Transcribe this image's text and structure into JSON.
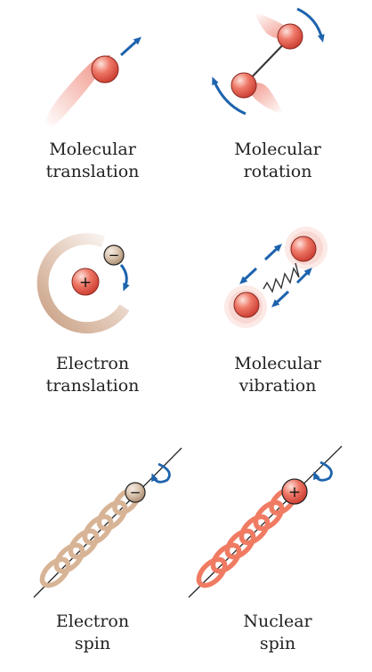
{
  "colors": {
    "ball": "#e8574a",
    "ball_highlight": "#fbd6cf",
    "arrow": "#1d63ad",
    "electron_coil": "#d9b89d",
    "nuclear_coil": "#f07b63",
    "electron_ball": "#d8c2ae",
    "trail": "#f3a89a"
  },
  "panels": [
    {
      "id": "molecular-translation",
      "caption": [
        "Molecular",
        "translation"
      ]
    },
    {
      "id": "molecular-rotation",
      "caption": [
        "Molecular",
        "rotation"
      ]
    },
    {
      "id": "electron-translation",
      "caption": [
        "Electron",
        "translation"
      ],
      "electron_sign": "−",
      "nucleus_sign": "+"
    },
    {
      "id": "molecular-vibration",
      "caption": [
        "Molecular",
        "vibration"
      ]
    },
    {
      "id": "electron-spin",
      "caption": [
        "Electron",
        "spin"
      ],
      "sign": "−"
    },
    {
      "id": "nuclear-spin",
      "caption": [
        "Nuclear",
        "spin"
      ],
      "sign": "+"
    }
  ]
}
